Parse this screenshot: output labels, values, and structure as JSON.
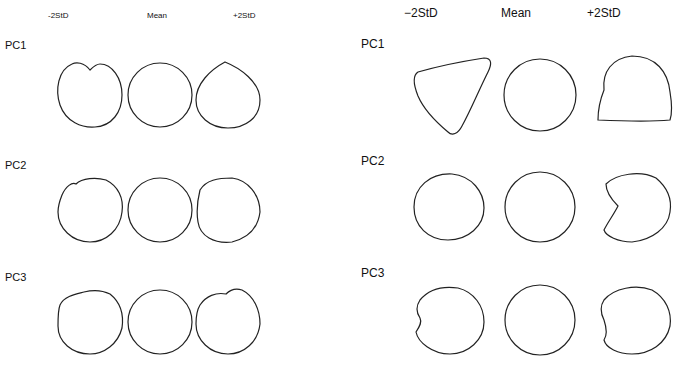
{
  "diagram": {
    "labels": [
      "-2StD",
      "Mean",
      "+2StD",
      "−2StD",
      "Mean",
      "+2StD",
      "PC1",
      "PC1",
      "PC2",
      "PC2",
      "PC3",
      "PC3"
    ]
  }
}
